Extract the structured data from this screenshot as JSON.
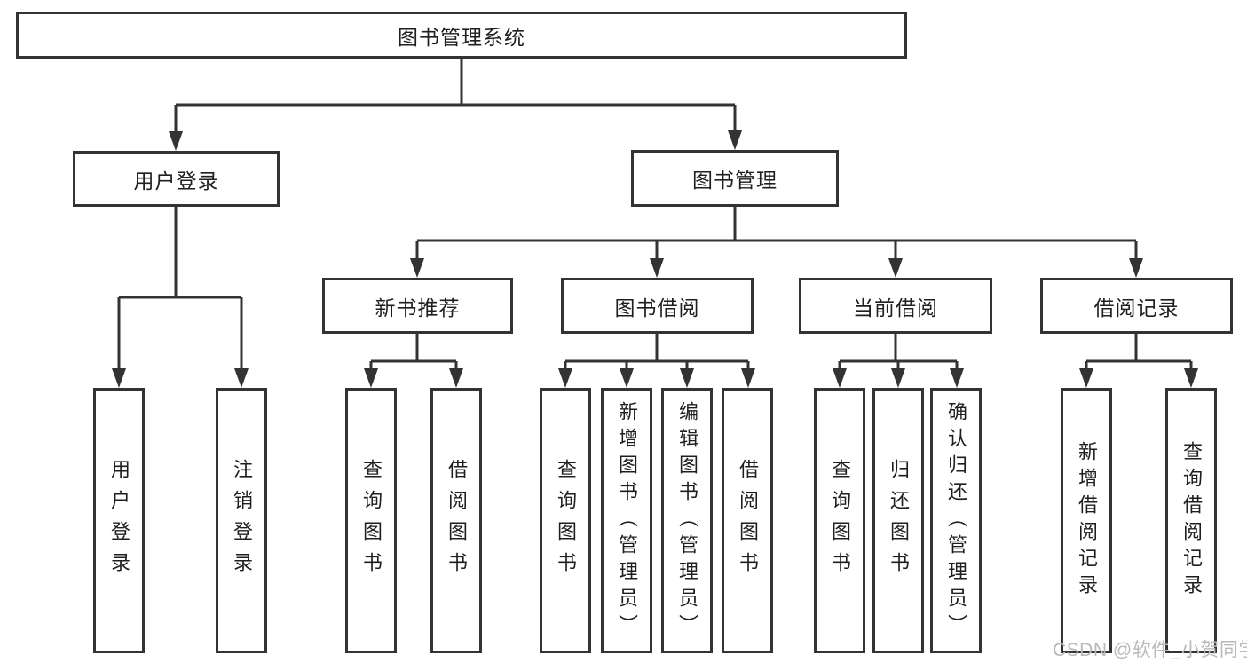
{
  "diagram": {
    "type": "hierarchy-tree",
    "title": "图书管理系统",
    "colors": {
      "line": "#333333",
      "box_background": "#ffffff",
      "box_border": "#333333",
      "text": "#1f1f1f",
      "watermark": "#b9b9b9"
    }
  },
  "nodes": {
    "root": "图书管理系统",
    "user_login": "用户登录",
    "book_mgmt": "图书管理",
    "new_books": "新书推荐",
    "book_borrow": "图书借阅",
    "current_borrow": "当前借阅",
    "borrow_records": "借阅记录",
    "ul_login": "用户登录",
    "ul_logout": "注销登录",
    "nb_query": "查询图书",
    "nb_borrow": "借阅图书",
    "bb_query": "查询图书",
    "bb_add": "新增图书（管理员）",
    "bb_edit": "编辑图书（管理员）",
    "bb_borrow": "借阅图书",
    "cb_query": "查询图书",
    "cb_return": "归还图书",
    "cb_confirm": "确认归还（管理员）",
    "br_add": "新增借阅记录",
    "br_query": "查询借阅记录"
  },
  "hierarchy": {
    "图书管理系统": {
      "用户登录": [
        "用户登录",
        "注销登录"
      ],
      "图书管理": {
        "新书推荐": [
          "查询图书",
          "借阅图书"
        ],
        "图书借阅": [
          "查询图书",
          "新增图书（管理员）",
          "编辑图书（管理员）",
          "借阅图书"
        ],
        "当前借阅": [
          "查询图书",
          "归还图书",
          "确认归还（管理员）"
        ],
        "借阅记录": [
          "新增借阅记录",
          "查询借阅记录"
        ]
      }
    }
  },
  "watermark": {
    "text": "CSDN @软件_小贺同学"
  }
}
